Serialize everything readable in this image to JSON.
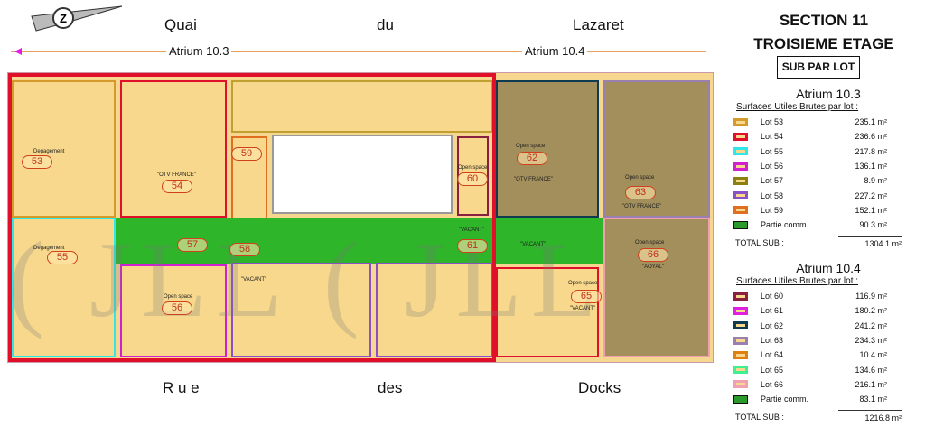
{
  "header": {
    "section": "SECTION 11",
    "floor": "TROISIEME ETAGE",
    "mode": "SUB PAR LOT"
  },
  "compass": {
    "letter": "Z"
  },
  "streets": {
    "top": [
      "Quai",
      "du",
      "Lazaret"
    ],
    "bottom": [
      "R u e",
      "des",
      "Docks"
    ]
  },
  "dimensions": [
    "Atrium 10.3",
    "Atrium 10.4"
  ],
  "plan": {
    "lots": [
      {
        "n": "53",
        "sub": [
          "Degagement"
        ]
      },
      {
        "n": "54",
        "sub": [
          "\"OTV FRANCE\""
        ]
      },
      {
        "n": "55",
        "sub": [
          "Degagement"
        ]
      },
      {
        "n": "56",
        "sub": [
          "Open space"
        ]
      },
      {
        "n": "57",
        "sub": []
      },
      {
        "n": "58",
        "sub": [
          "\"VACANT\""
        ]
      },
      {
        "n": "59",
        "sub": []
      },
      {
        "n": "60",
        "sub": [
          "Open space"
        ]
      },
      {
        "n": "61",
        "sub": [
          "\"VACANT\""
        ]
      },
      {
        "n": "62",
        "sub": [
          "Open space",
          "\"OTV FRANCE\""
        ]
      },
      {
        "n": "63",
        "sub": [
          "Open space",
          "\"OTV FRANCE\""
        ]
      },
      {
        "n": "65",
        "sub": [
          "Open space",
          "\"VACANT\""
        ]
      },
      {
        "n": "66",
        "sub": [
          "Open space",
          "\"AOYAL\""
        ]
      }
    ],
    "other_labels": [
      "\"VACANT\""
    ],
    "watermark": "JLL"
  },
  "legend": [
    {
      "title": "Atrium 10.3",
      "heading": "Surfaces Utiles Brutes par lot :",
      "rows": [
        {
          "label": "Lot 53",
          "value": "235.1 m²",
          "color": "#d49a2a"
        },
        {
          "label": "Lot 54",
          "value": "236.6 m²",
          "color": "#e0102a"
        },
        {
          "label": "Lot 55",
          "value": "217.8 m²",
          "color": "#30e6e6"
        },
        {
          "label": "Lot 56",
          "value": "136.1 m²",
          "color": "#d020d0"
        },
        {
          "label": "Lot 57",
          "value": "8.9 m²",
          "color": "#8a8010"
        },
        {
          "label": "Lot 58",
          "value": "227.2 m²",
          "color": "#8a50c8"
        },
        {
          "label": "Lot 59",
          "value": "152.1 m²",
          "color": "#e07020"
        },
        {
          "label": "Partie comm.",
          "value": "90.3 m²",
          "color": "#2a9a2a"
        }
      ],
      "total_label": "TOTAL SUB :",
      "total": "1304.1 m²"
    },
    {
      "title": "Atrium 10.4",
      "heading": "Surfaces Utiles Brutes par lot :",
      "rows": [
        {
          "label": "Lot 60",
          "value": "116.9 m²",
          "color": "#8a2040"
        },
        {
          "label": "Lot 61",
          "value": "180.2 m²",
          "color": "#e020e0"
        },
        {
          "label": "Lot 62",
          "value": "241.2 m²",
          "color": "#103a50"
        },
        {
          "label": "Lot 63",
          "value": "234.3 m²",
          "color": "#9a80b0"
        },
        {
          "label": "Lot 64",
          "value": "10.4 m²",
          "color": "#e08010"
        },
        {
          "label": "Lot 65",
          "value": "134.6 m²",
          "color": "#40f090"
        },
        {
          "label": "Lot 66",
          "value": "216.1 m²",
          "color": "#f0a0b0"
        },
        {
          "label": "Partie comm.",
          "value": "83.1 m²",
          "color": "#2a9a2a"
        }
      ],
      "total_label": "TOTAL SUB :",
      "total": "1216.8 m²"
    }
  ]
}
